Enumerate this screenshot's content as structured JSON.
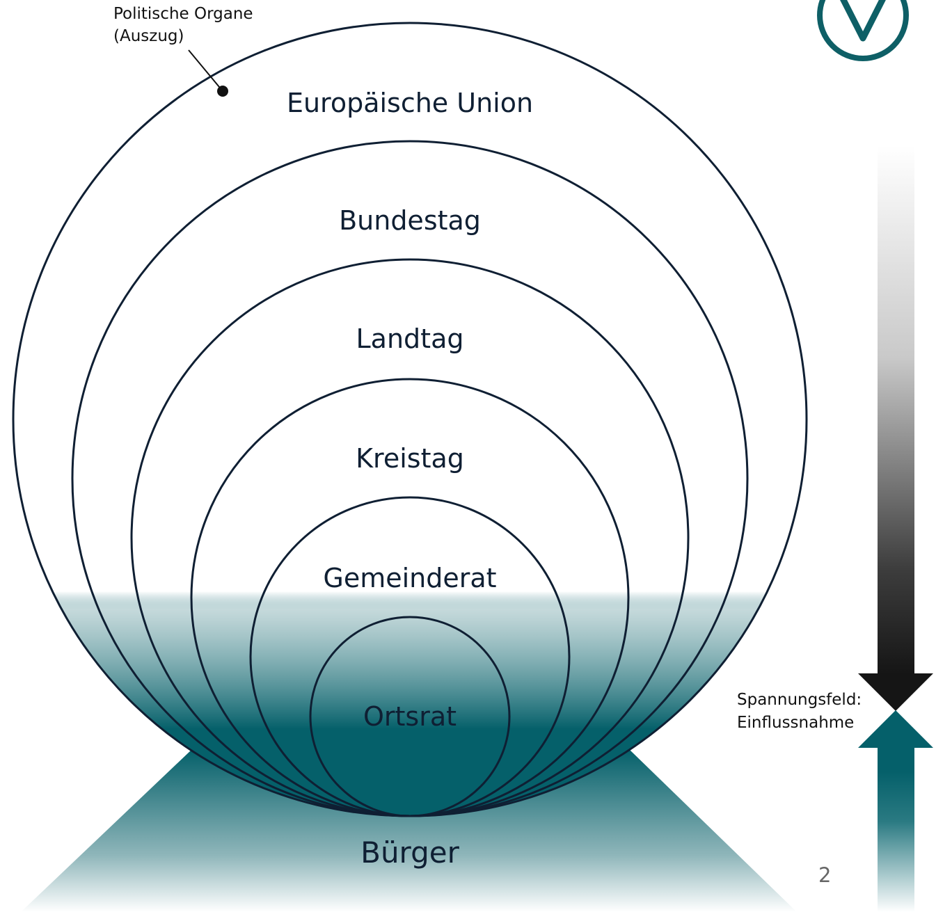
{
  "annotation": {
    "line1": "Politische Organe",
    "line2": "(Auszug)"
  },
  "levels": [
    {
      "name": "Europäische Union"
    },
    {
      "name": "Bundestag"
    },
    {
      "name": "Landtag"
    },
    {
      "name": "Kreistag"
    },
    {
      "name": "Gemeinderat"
    },
    {
      "name": "Ortsrat"
    }
  ],
  "base_label": "Bürger",
  "tension": {
    "line1": "Spannungsfeld:",
    "line2": "Einflussnahme"
  },
  "page_number": "2",
  "logo": {
    "icon": "check-circle-logo",
    "color": "#0e5f66"
  },
  "colors": {
    "circle_stroke": "#0f1f33",
    "teal": "#05606a",
    "top_arrow_dark": "#151515"
  }
}
